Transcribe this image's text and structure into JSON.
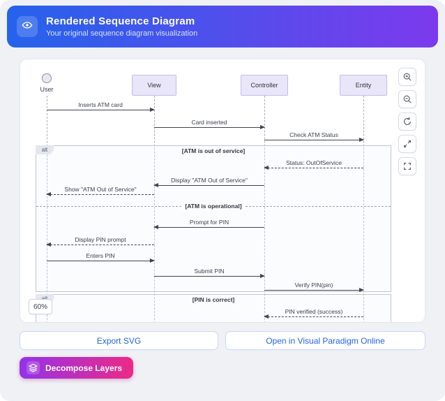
{
  "header": {
    "title": "Rendered Sequence Diagram",
    "subtitle": "Your original sequence diagram visualization",
    "icon": "eye-icon"
  },
  "diagram": {
    "actor_label": "User",
    "lifelines": [
      {
        "label": "View"
      },
      {
        "label": "Controller"
      },
      {
        "label": "Entity"
      }
    ],
    "messages": [
      {
        "label": "Inserts ATM card",
        "from": "User",
        "to": "View",
        "style": "solid"
      },
      {
        "label": "Card inserted",
        "from": "View",
        "to": "Controller",
        "style": "solid"
      },
      {
        "label": "Check ATM Status",
        "from": "Controller",
        "to": "Entity",
        "style": "solid"
      },
      {
        "label": "Status: OutOfService",
        "from": "Entity",
        "to": "Controller",
        "style": "dashed"
      },
      {
        "label": "Display \"ATM Out of Service\"",
        "from": "Controller",
        "to": "View",
        "style": "solid"
      },
      {
        "label": "Show \"ATM Out of Service\"",
        "from": "View",
        "to": "User",
        "style": "dashed"
      },
      {
        "label": "Prompt for PIN",
        "from": "Controller",
        "to": "View",
        "style": "solid"
      },
      {
        "label": "Display PIN prompt",
        "from": "View",
        "to": "User",
        "style": "dashed"
      },
      {
        "label": "Enters PIN",
        "from": "User",
        "to": "View",
        "style": "solid"
      },
      {
        "label": "Submit PIN",
        "from": "View",
        "to": "Controller",
        "style": "solid"
      },
      {
        "label": "Verify PIN(pin)",
        "from": "Controller",
        "to": "Entity",
        "style": "solid"
      },
      {
        "label": "PIN verified (success)",
        "from": "Entity",
        "to": "Controller",
        "style": "dashed"
      }
    ],
    "fragments": [
      {
        "operator": "alt",
        "guard": "[ATM is out of service]",
        "else_guard": "[ATM is operational]"
      },
      {
        "operator": "alt",
        "guard": "[PIN is correct]"
      }
    ],
    "zoom_badge": "60%",
    "controls": [
      "zoom-in",
      "zoom-out",
      "reset-view",
      "fit-view",
      "fullscreen"
    ]
  },
  "footer": {
    "export_label": "Export SVG",
    "open_label": "Open in Visual Paradigm Online",
    "decompose_label": "Decompose Layers"
  },
  "colors": {
    "header_gradient_start": "#2563eb",
    "header_gradient_end": "#7c3aed",
    "accent_blue": "#2563eb",
    "decompose_gradient_start": "#9333ea",
    "decompose_gradient_end": "#ec2a86",
    "lifeline_box_bg": "#e9e6f9"
  }
}
